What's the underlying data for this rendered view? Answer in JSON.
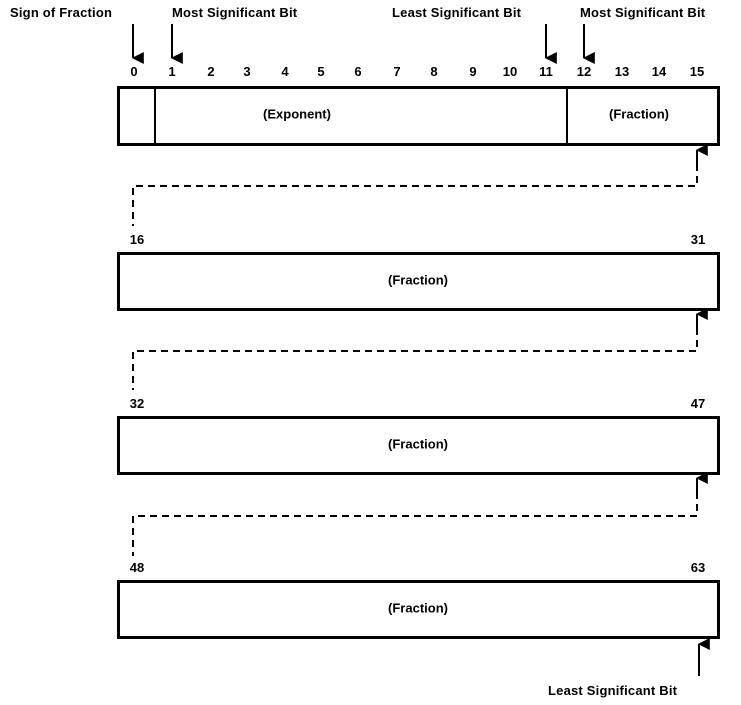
{
  "labels": {
    "sign_of_fraction": "Sign of Fraction",
    "msb_exponent": "Most Significant Bit",
    "lsb_exponent": "Least Significant Bit",
    "msb_fraction": "Most Significant Bit",
    "lsb_fraction": "Least Significant Bit"
  },
  "word1": {
    "bits": [
      "0",
      "1",
      "2",
      "3",
      "4",
      "5",
      "6",
      "7",
      "8",
      "9",
      "10",
      "11",
      "12",
      "13",
      "14",
      "15"
    ],
    "exponent": "(Exponent)",
    "fraction": "(Fraction)"
  },
  "word2": {
    "start": "16",
    "end": "31",
    "fraction": "(Fraction)"
  },
  "word3": {
    "start": "32",
    "end": "47",
    "fraction": "(Fraction)"
  },
  "word4": {
    "start": "48",
    "end": "63",
    "fraction": "(Fraction)"
  }
}
